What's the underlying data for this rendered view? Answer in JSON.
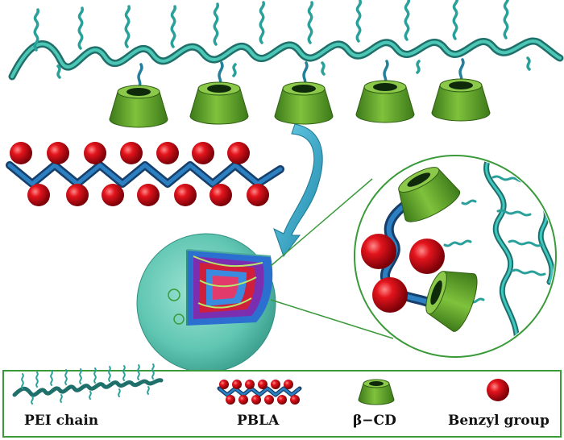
{
  "legend": {
    "items": [
      {
        "key": "pei",
        "label": "PEI chain",
        "icon": "pei-chain-icon"
      },
      {
        "key": "pbla",
        "label": "PBLA",
        "icon": "pbla-icon"
      },
      {
        "key": "cd",
        "label": "β−CD",
        "icon": "beta-cd-icon"
      },
      {
        "key": "benzyl",
        "label": "Benzyl group",
        "icon": "benzyl-group-icon"
      }
    ]
  },
  "colors": {
    "pei_chain": "#2aa09a",
    "pei_branch": "#3fc7c0",
    "cd_body": "#5f9e2f",
    "cd_rim": "#8cc94a",
    "cd_hole": "#0f2a0a",
    "pbla_backbone": "#2c7fc0",
    "benzyl": "#e0141e",
    "nanoparticle": "#5fc6b2",
    "frame_green": "#3a9a3a",
    "arrow": "#3bb0cf"
  }
}
